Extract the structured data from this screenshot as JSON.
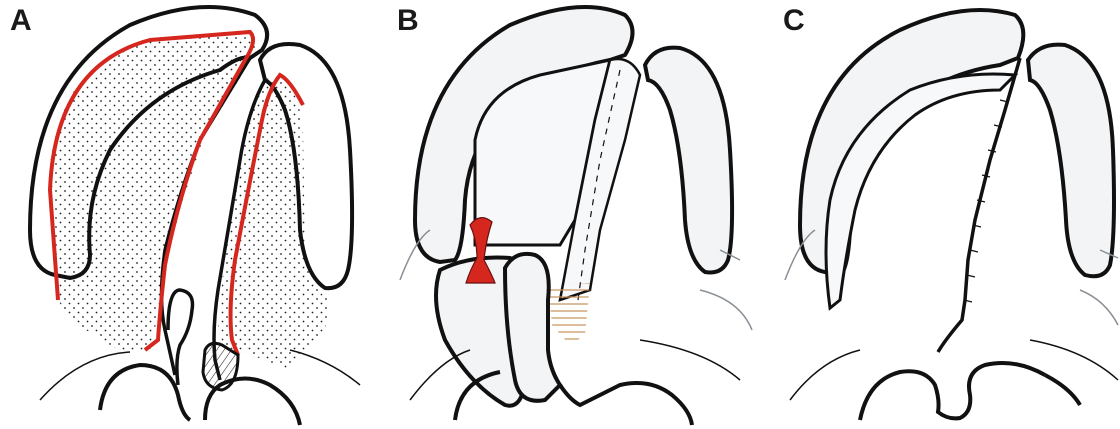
{
  "panels": [
    {
      "id": "A",
      "label": "A"
    },
    {
      "id": "B",
      "label": "B"
    },
    {
      "id": "C",
      "label": "C"
    }
  ],
  "colors": {
    "outline": "#111111",
    "incision_red": "#d6271f",
    "hatch_tan": "#c8905a",
    "tissue_fill": "#f2f4f6",
    "shading": "#8a8f96"
  }
}
